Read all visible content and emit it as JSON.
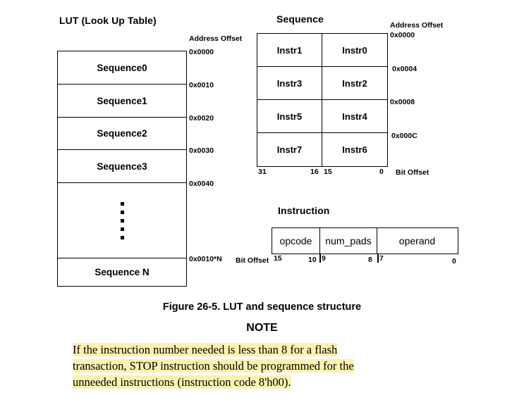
{
  "lut": {
    "title": "LUT (Look Up Table)",
    "address_offset_header": "Address Offset",
    "rows": [
      {
        "label": "Sequence0",
        "offset": "0x0000",
        "height": 47
      },
      {
        "label": "Sequence1",
        "offset": "0x0010",
        "height": 47
      },
      {
        "label": "Sequence2",
        "offset": "0x0020",
        "height": 46
      },
      {
        "label": "Sequence3",
        "offset": "0x0030",
        "height": 47
      },
      {
        "label": "",
        "offset": "0x0040",
        "height": 107,
        "ellipsis": true,
        "dots": 5
      },
      {
        "label": "Sequence N",
        "offset": "0x0010*N",
        "height": 39
      }
    ]
  },
  "sequence": {
    "title": "Sequence",
    "address_offset_header": "Address Offset",
    "bit_offset_header": "Bit Offset",
    "rows": [
      {
        "left": "Instr1",
        "right": "Instr0",
        "offset": "0x0000"
      },
      {
        "left": "Instr3",
        "right": "Instr2",
        "offset": "0x0004"
      },
      {
        "left": "Instr5",
        "right": "Instr4",
        "offset": "0x0008"
      },
      {
        "left": "Instr7",
        "right": "Instr6",
        "offset": "0x000C"
      }
    ],
    "bit_ticks": {
      "msb": "31",
      "mid_high": "16",
      "mid_low": "15",
      "lsb": "0"
    }
  },
  "instruction": {
    "title": "Instruction",
    "bit_offset_header": "Bit Offset",
    "fields": [
      {
        "name": "opcode",
        "msb": "15",
        "lsb": "10",
        "width": 68
      },
      {
        "name": "num_pads",
        "msb": "9",
        "lsb": "8",
        "width": 81
      },
      {
        "name": "operand",
        "msb": "7",
        "lsb": "0",
        "width": 116
      }
    ]
  },
  "caption": "Figure 26-5. LUT and sequence structure",
  "note": {
    "heading": "NOTE",
    "line1": "If the instruction number needed is less than 8 for a flash",
    "line2": "transaction, STOP instruction should be programmed for the",
    "line3": "unneeded instructions (instruction code 8'h00).",
    "highlight_color": "#FDF0B0"
  }
}
